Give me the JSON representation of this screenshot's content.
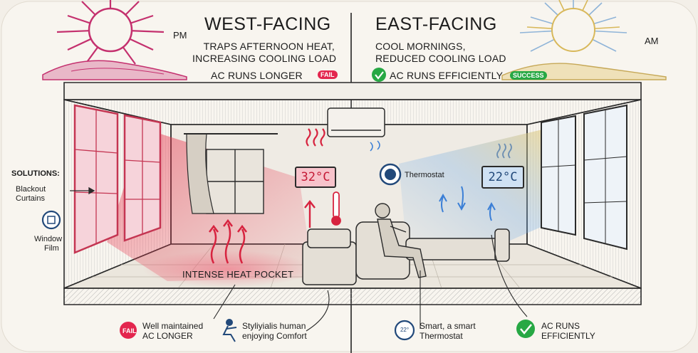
{
  "west": {
    "title": "WEST-FACING",
    "time_label": "PM",
    "line1": "TRAPS AFTERNOON HEAT,",
    "line2": "INCREASING COOLING LOAD",
    "status": "AC RUNS LONGER",
    "badge": "FAIL",
    "display_temp": "32°C",
    "pocket": "INTENSE HEAT POCKET",
    "solutions_heading": "SOLUTIONS:",
    "solution1_line1": "Blackout",
    "solution1_line2": "Curtains",
    "solution2_line1": "Window",
    "solution2_line2": "Film",
    "note1_badge": "FAIL",
    "note1_line1": "Well maintained",
    "note1_line2": "AC LONGER",
    "note2_line1": "Styliyialis human",
    "note2_line2": "enjoying Comfort"
  },
  "east": {
    "title": "EAST-FACING",
    "time_label": "AM",
    "line1": "COOL MORNINGS,",
    "line2": "REDUCED COOLING LOAD",
    "status": "AC RUNS EFFICIENTLY",
    "badge": "SUCCESS",
    "display_temp": "22°C",
    "thermostat_label": "Thermostat",
    "thermo_value": "22°",
    "note1_line1": "Smart, a smart",
    "note1_line2": "Thermostat",
    "note2_line1": "AC RUNS",
    "note2_line2": "EFFICIENTLY"
  },
  "colors": {
    "heat": "#e8384f",
    "cool": "#3b7fd6",
    "success": "#27a844",
    "sun_west": "#c4306e",
    "sun_east": "#d8b85a"
  }
}
